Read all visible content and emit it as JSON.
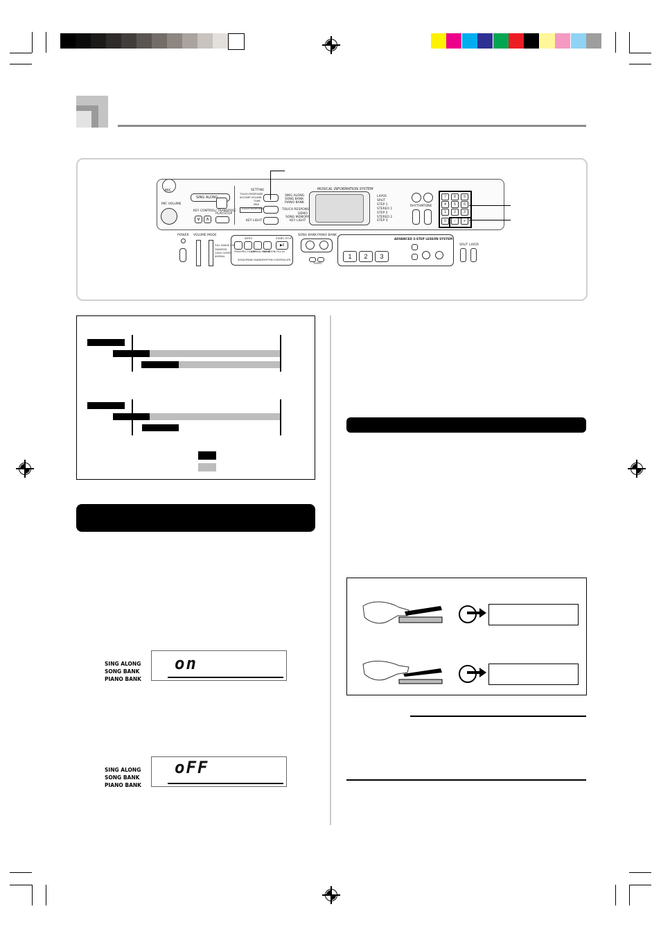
{
  "keyboard_panel": {
    "mic_label": "MIC",
    "mic_volume_label": "MIC VOLUME",
    "sing_along_label": "SING ALONG",
    "key_control_label": "KEY CONTROL/ TRANSPOSE",
    "play_stop_label": "PLAY/STOP",
    "setting_label": "SETTING",
    "setting_items": [
      "TOUCH RESPONSE",
      "ACCOMP VOLUME",
      "TUNE",
      "MIDI"
    ],
    "touch_response_label": "TOUCH RESPONSE",
    "key_light_label": "KEY LIGHT",
    "mode_left": [
      "SING ALONG",
      "SONG BANK",
      "PIANO BANK"
    ],
    "mode_right": [
      "TOUCH RESPONSE",
      "DEMO",
      "SONG MEMORY",
      "KEY LIGHT"
    ],
    "lesson_indicators": [
      "LAYER",
      "SPLIT",
      "STEP 1",
      "STEP 2",
      "STEP 3",
      "STEREO 1",
      "STEREO 2"
    ],
    "display_title": "MUSICAL INFORMATION SYSTEM",
    "rhythm_label": "RHYTHM",
    "tone_label": "TONE",
    "numkeys": [
      "7",
      "8",
      "9",
      "4",
      "5",
      "6",
      "1",
      "2",
      "3",
      "0",
      "−",
      "+"
    ],
    "power_label": "POWER",
    "volume_label": "VOLUME",
    "mode_label": "MODE",
    "mode_options": [
      "FULL RANGE CHORD",
      "FINGERED",
      "CASIO CHORD",
      "NORMAL"
    ],
    "song_controls": [
      "INTRO",
      "SYNCHRO/ FILL-IN",
      "NORMAL/ FILL-IN",
      "VARIATION/ FILL-IN",
      "START/ STOP"
    ],
    "controller_label": "SONG/PIANO BANK/RHYTHM CONTROLLER",
    "song_bank_label": "SONG BANK",
    "piano_bank_label": "PIANO BANK",
    "tempo_label": "TEMPO",
    "lesson_title": "ADVANCED 3-STEP LESSON SYSTEM",
    "lesson_steps": [
      "1",
      "2",
      "3"
    ],
    "split_label": "SPLIT",
    "layer_label": "LAYER"
  },
  "timing_legend": {
    "items": [
      {
        "color": "#000000"
      },
      {
        "color": "#bdbdbd"
      }
    ]
  },
  "lcd_on": {
    "modes": [
      "SING ALONG",
      "SONG BANK",
      "PIANO BANK"
    ],
    "value": "on"
  },
  "lcd_off": {
    "modes": [
      "SING ALONG",
      "SONG BANK",
      "PIANO BANK"
    ],
    "value": "oFF"
  },
  "colors": {
    "grays": [
      "#000000",
      "#0b0b0b",
      "#1c1a19",
      "#2e2b2a",
      "#413d3b",
      "#5a5552",
      "#736c68",
      "#8d8681",
      "#aaa39f",
      "#c9c3bf",
      "#e3dfdc",
      "#ffffff"
    ],
    "process": [
      "#fff200",
      "#ec008c",
      "#00aeef",
      "#2e3192",
      "#00a651",
      "#ed1c24",
      "#000000",
      "#fff799",
      "#f49ac2",
      "#8fd3f5",
      "#9e9e9e"
    ]
  }
}
